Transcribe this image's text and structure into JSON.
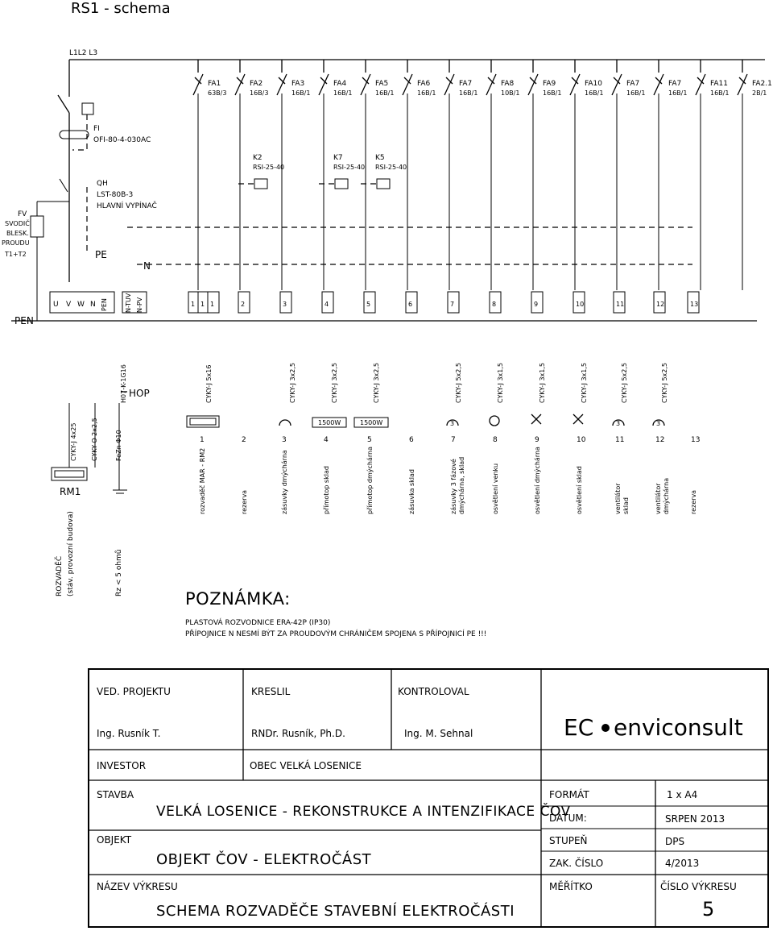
{
  "title": "RS1 - schema",
  "bus": "L1L2 L3",
  "breakers": [
    {
      "name": "FA1",
      "rating": "63B/3"
    },
    {
      "name": "FA2",
      "rating": "16B/3"
    },
    {
      "name": "FA3",
      "rating": "16B/1"
    },
    {
      "name": "FA4",
      "rating": "16B/1"
    },
    {
      "name": "FA5",
      "rating": "16B/1"
    },
    {
      "name": "FA6",
      "rating": "16B/1"
    },
    {
      "name": "FA7",
      "rating": "16B/1"
    },
    {
      "name": "FA8",
      "rating": "10B/1"
    },
    {
      "name": "FA9",
      "rating": "16B/1"
    },
    {
      "name": "FA10",
      "rating": "16B/1"
    },
    {
      "name": "FA7",
      "rating": "16B/1"
    },
    {
      "name": "FA7",
      "rating": "16B/1"
    },
    {
      "name": "FA11",
      "rating": "16B/1"
    },
    {
      "name": "FA2.1",
      "rating": "2B/1"
    }
  ],
  "fi": {
    "name": "FI",
    "type": "OFI-80-4-030AC"
  },
  "qh": {
    "name": "QH",
    "type": "LST-80B-3",
    "desc": "HLAVNÍ VYPÍNAČ"
  },
  "fv": {
    "l1": "FV",
    "l2": "SVODIČ",
    "l3": "BLESK.",
    "l4": "PROUDU",
    "l5": "T1+T2"
  },
  "contactors": [
    {
      "name": "K2",
      "type": "RSI-25-40"
    },
    {
      "name": "K7",
      "type": "RSI-25-40"
    },
    {
      "name": "K5",
      "type": "RSI-25-40"
    }
  ],
  "pe": "PE",
  "n": "N",
  "pen": "PEN",
  "terminals": {
    "u": "U",
    "v": "V",
    "w": "W",
    "n": "N",
    "pen": "PEN",
    "tuv": "N-TUV",
    "pv": "N-PV",
    "nums": [
      "1",
      "1",
      "1",
      "2",
      "3",
      "4",
      "5",
      "6",
      "7",
      "8",
      "9",
      "10",
      "11",
      "12",
      "13"
    ]
  },
  "cables": [
    "CYKY-J 4x25",
    "CYKY-O 2x2,5",
    "FeZn Φ10",
    "H07-K-1G16",
    "CYKY-J 5x16",
    "CYKY-J 3x2,5",
    "CYKY-J 3x2,5",
    "CYKY-J 3x2,5",
    "CYKY-J 5x2,5",
    "CYKY-J 3x1,5",
    "CYKY-J 3x1,5",
    "CYKY-J 3x1,5",
    "CYKY-J 5x2,5",
    "CYKY-J 5x2,5"
  ],
  "hop": "HOP",
  "load_boxes": [
    "1500W",
    "1500W"
  ],
  "circuit_nums": [
    "1",
    "2",
    "3",
    "4",
    "5",
    "6",
    "7",
    "8",
    "9",
    "10",
    "11",
    "12",
    "13"
  ],
  "circuit_desc": [
    {
      "a": "rozvaděč MAR - RM2",
      "b": ""
    },
    {
      "a": "rezerva",
      "b": ""
    },
    {
      "a": "zásuvky dmýchárna",
      "b": ""
    },
    {
      "a": "přímotop sklad",
      "b": ""
    },
    {
      "a": "přímotop dmýchárna",
      "b": ""
    },
    {
      "a": "zásuvka sklad",
      "b": ""
    },
    {
      "a": "zásuvky 3 fázové",
      "b": "dmýchárna, sklad"
    },
    {
      "a": "osvětlení venku",
      "b": ""
    },
    {
      "a": "osvětlení dmýchárna",
      "b": ""
    },
    {
      "a": "osvětlení sklad",
      "b": ""
    },
    {
      "a": "ventilátor",
      "b": "sklad"
    },
    {
      "a": "ventilátor",
      "b": "dmýchárna"
    },
    {
      "a": "rezerva",
      "b": ""
    }
  ],
  "rm1": "RM1",
  "rozvadec": {
    "l1": "ROZVADĚČ",
    "l2": "(stáv. provozní budova)"
  },
  "rz": "Rz < 5 ohmů",
  "note": {
    "heading": "POZNÁMKA:",
    "line1": "PLASTOVÁ ROZVODNICE ERA-42P (IP30)",
    "line2": "PŘÍPOJNICE N NESMÍ BÝT ZA PROUDOVÝM CHRÁNIČEM SPOJENA S PŘÍPOJNICÍ PE !!!"
  },
  "titleblock": {
    "ved_label": "VED. PROJEKTU",
    "kreslil_label": "KRESLIL",
    "kontroloval_label": "KONTROLOVAL",
    "ved": "Ing. Rusník T.",
    "kreslil": "RNDr. Rusník, Ph.D.",
    "kontroloval": "Ing. M. Sehnal",
    "logo_a": "EC",
    "logo_b": "enviconsult",
    "investor_label": "INVESTOR",
    "investor": "OBEC VELKÁ LOSENICE",
    "stavba_label": "STAVBA",
    "stavba": "VELKÁ LOSENICE - REKONSTRUKCE A INTENZIFIKACE ČOV",
    "objekt_label": "OBJEKT",
    "objekt": "OBJEKT ČOV - ELEKTROČÁST",
    "nazev_label": "NÁZEV VÝKRESU",
    "nazev": "SCHEMA ROZVADĚČE STAVEBNÍ ELEKTROČÁSTI",
    "format_label": "FORMÁT",
    "format": "1 x A4",
    "datum_label": "DATUM:",
    "datum": "SRPEN 2013",
    "stupen_label": "STUPEŇ",
    "stupen": "DPS",
    "zak_label": "ZAK. ČÍSLO",
    "zak": "4/2013",
    "meritko_label": "MĚŘÍTKO",
    "cislo_label": "ČÍSLO VÝKRESU",
    "cislo": "5"
  }
}
